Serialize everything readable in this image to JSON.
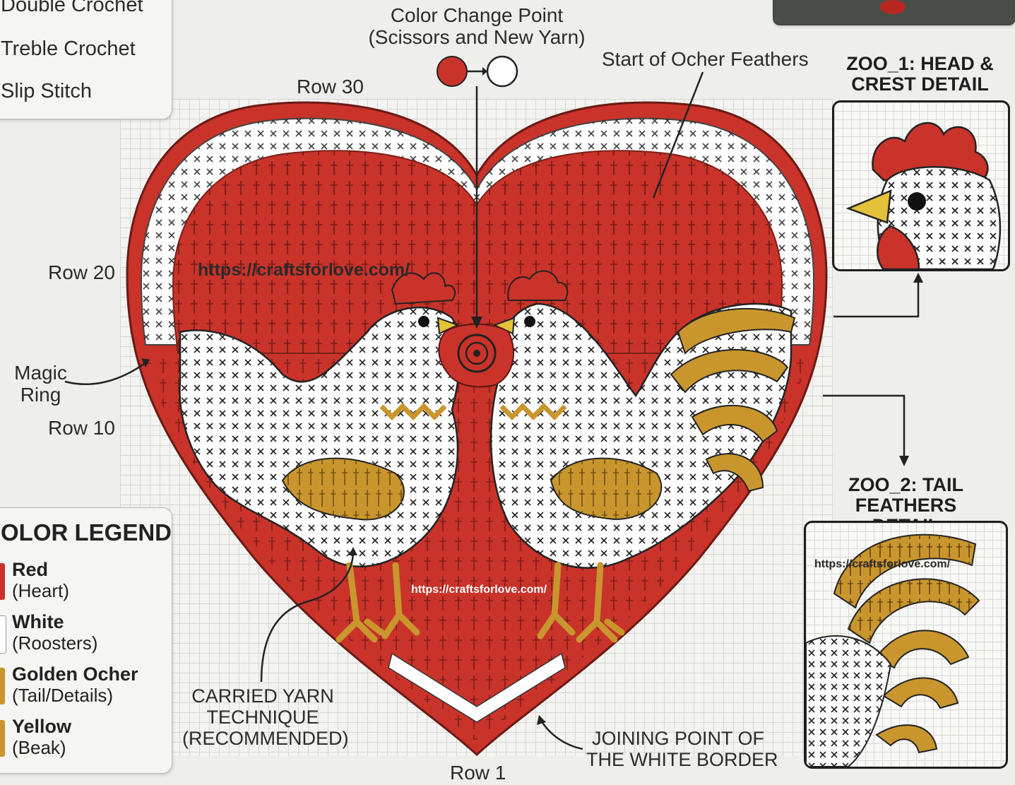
{
  "stitch_key": {
    "items": [
      "Double Crochet",
      "Treble Crochet",
      "Slip Stitch"
    ]
  },
  "color_legend": {
    "title": "OLOR LEGEND",
    "entries": [
      {
        "name": "Red",
        "desc": "(Heart)",
        "color": "#c9332a"
      },
      {
        "name": "White",
        "desc": "(Roosters)",
        "color": "#ffffff"
      },
      {
        "name": "Golden Ocher",
        "desc": "(Tail/Details)",
        "color": "#c9962e"
      },
      {
        "name": "Yellow",
        "desc": "(Beak)",
        "color": "#e3c23a"
      }
    ]
  },
  "labels": {
    "color_change_line1": "Color Change Point",
    "color_change_line2": "(Scissors and New Yarn)",
    "row30": "Row 30",
    "row20": "Row 20",
    "row10": "Row 10",
    "row1": "Row 1",
    "magic_ring_line1": "Magic",
    "magic_ring_line2": "Ring",
    "ocher_feathers": "Start of Ocher Feathers",
    "carried_yarn_line1": "CARRIED YARN",
    "carried_yarn_line2": "TECHNIQUE",
    "carried_yarn_line3": "(RECOMMENDED)",
    "joining_line1": "JOINING POINT OF",
    "joining_line2": "THE WHITE BORDER"
  },
  "details": {
    "zoo1_line1": "ZOO_1: HEAD &",
    "zoo1_line2": "CREST DETAIL",
    "zoo2_line1": "ZOO_2: TAIL FEATHERS",
    "zoo2_line2": "DETAIL"
  },
  "watermarks": {
    "main": "https://craftsforlove.com/",
    "small": "https://craftsforlove.com/",
    "detail": "https://craftsforlove.com/"
  },
  "colors": {
    "red": "#c9332a",
    "white": "#ffffff",
    "ocher": "#c9962e",
    "yellow": "#e3c23a",
    "outline": "#1e1e1e"
  }
}
